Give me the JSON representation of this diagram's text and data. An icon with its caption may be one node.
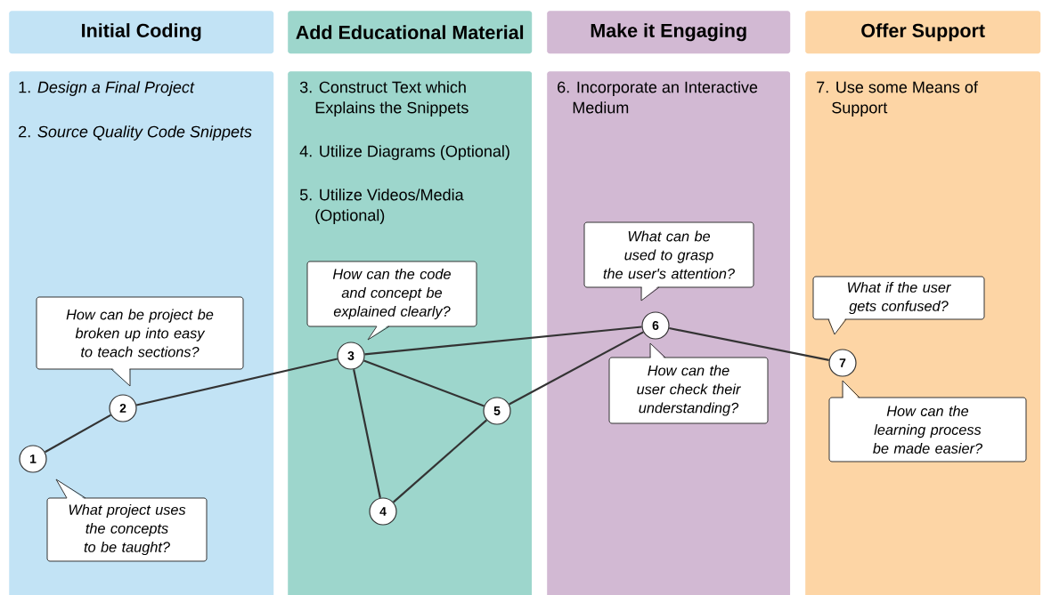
{
  "diagram": {
    "nodes": [
      {
        "text": [
          "Initial Coding"
        ]
      },
      {
        "text": [
          "Add Educational Material"
        ]
      },
      {
        "text": [
          "Make it Engaging"
        ]
      },
      {
        "text": [
          "Offer Support"
        ]
      },
      {
        "text": [
          "1. *Design a Final Project*",
          "2. *Source Quality Code Snippets*"
        ]
      },
      {
        "text": [
          "3. Construct Text which Explains the Snippets",
          "4. Utilize Diagrams (Optional)",
          "5. Utilize Videos/Media (Optional)"
        ]
      },
      {
        "text": [
          "6. Incorporate an Interactive Medium"
        ]
      },
      {
        "text": [
          "7. Use some Means of Support"
        ]
      },
      {
        "text": [
          "1"
        ],
        "in": 4
      },
      {
        "text": [
          "2"
        ],
        "in": 4
      },
      {
        "text": [
          "3"
        ],
        "in": 5
      },
      {
        "text": [
          "4"
        ],
        "in": 5
      },
      {
        "text": [
          "5"
        ],
        "in": 5
      },
      {
        "text": [
          "6"
        ],
        "in": 6
      },
      {
        "text": [
          "7"
        ],
        "in": 7
      },
      {
        "text": [
          "How can be project be broken up into easy to teach sections?"
        ],
        "in": 4
      },
      {
        "text": [
          "What project uses the concepts to be taught?"
        ],
        "in": 4
      },
      {
        "text": [
          "How can the code and concept be explained clearly?"
        ],
        "in": 5
      },
      {
        "text": [
          "What can be used to grasp the user's attention?"
        ],
        "in": 6
      },
      {
        "text": [
          "How can the user check their understanding?"
        ],
        "in": 6
      },
      {
        "text": [
          "What if the user gets confused?"
        ],
        "in": 7
      },
      {
        "text": [
          "How can the learning process be made easier?"
        ],
        "in": 7
      }
    ],
    "edges": [
      {
        "from": 8,
        "to": 9,
        "arrow": "none"
      },
      {
        "from": 9,
        "to": 10,
        "arrow": "none"
      },
      {
        "from": 10,
        "to": 13,
        "arrow": "none"
      },
      {
        "from": 10,
        "to": 11,
        "arrow": "none"
      },
      {
        "from": 10,
        "to": 12,
        "arrow": "none"
      },
      {
        "from": 11,
        "to": 12,
        "arrow": "none"
      },
      {
        "from": 12,
        "to": 13,
        "arrow": "none"
      },
      {
        "from": 13,
        "to": 14,
        "arrow": "none"
      }
    ]
  }
}
